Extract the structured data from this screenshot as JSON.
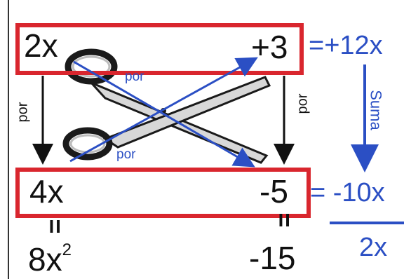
{
  "top_row": {
    "left": "2x",
    "right": "+3"
  },
  "bottom_row": {
    "left": "4x",
    "right": "-5"
  },
  "products": {
    "left_base": "8x",
    "left_exp": "2",
    "right": "-15"
  },
  "eq_mark": "=",
  "cross_products": {
    "top": "=+12x",
    "bottom": "= -10x",
    "sum": "2x"
  },
  "labels": {
    "por": "por",
    "suma": "Suma"
  },
  "colors": {
    "box": "#d9262e",
    "ink": "#111111",
    "blue": "#2b4fc4"
  },
  "icons": {
    "scissors": "scissors-icon"
  }
}
